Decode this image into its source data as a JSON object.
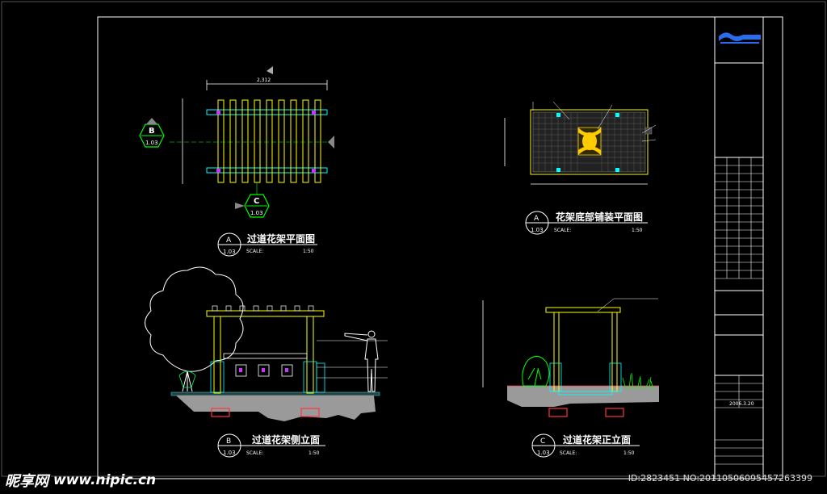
{
  "drawings": {
    "plan": {
      "code": "A",
      "sheet": "1.03",
      "title": "过道花架平面图",
      "scale_label": "SCALE:",
      "scale_value": "1:50"
    },
    "paving": {
      "code": "A",
      "sheet": "1.03",
      "title": "花架底部铺装平面图",
      "scale_label": "SCALE:",
      "scale_value": "1:50"
    },
    "side": {
      "code": "B",
      "sheet": "1.03",
      "title": "过道花架侧立面",
      "scale_label": "SCALE:",
      "scale_value": "1:50"
    },
    "front": {
      "code": "C",
      "sheet": "1.03",
      "title": "过道花架正立面",
      "scale_label": "SCALE:",
      "scale_value": "1:50"
    }
  },
  "section_markers": {
    "b": {
      "code": "B",
      "sheet": "1.03"
    },
    "c": {
      "code": "C",
      "sheet": "1.03"
    }
  },
  "plan_dims": {
    "top_total": "2,312"
  },
  "title_block": {
    "date": "2006.3.20"
  },
  "watermark": {
    "logo": "昵享网",
    "url": "www.nipic.cn"
  },
  "id_line": "ID:2823451 NO:20110506095457263399",
  "colors": {
    "background": "#000000",
    "frame": "#ffffff",
    "beam": "#ffff00",
    "ground": "#9a9a9a",
    "tree": "#ffffff",
    "shrub": "#00ff00",
    "accent": "#00ffff",
    "footing": "#ff3344",
    "bolt": "#cc33ff"
  }
}
